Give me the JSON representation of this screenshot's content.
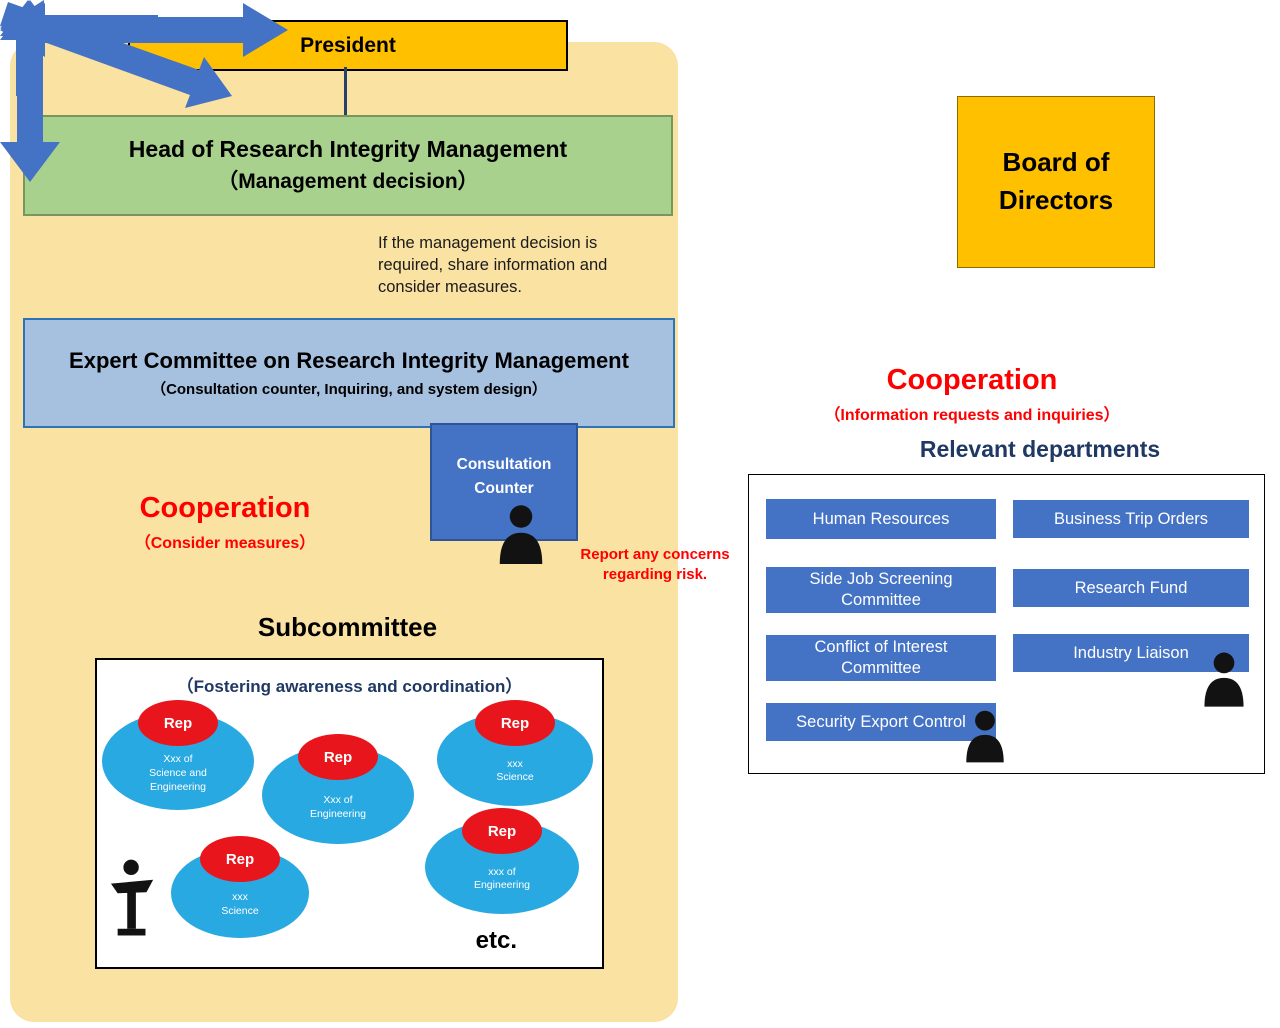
{
  "colors": {
    "background_panel": "#FAE2A2",
    "orange_box": "#FFC000",
    "green_box": "#A9D18E",
    "light_blue_box": "#A6C0DF",
    "medium_blue": "#4472C4",
    "arrow_blue": "#4472C4",
    "red_text": "#FF0000",
    "dark_blue_text": "#1F3864",
    "cyan_ellipse": "#29A9E1",
    "red_ellipse": "#E8151D"
  },
  "nodes": {
    "president": {
      "label": "President"
    },
    "head_of_rim": {
      "title": "Head of Research Integrity Management",
      "subtitle": "（Management decision）"
    },
    "board_of_directors": {
      "label": "Board of\nDirectors"
    },
    "expert_committee": {
      "title": "Expert Committee on Research Integrity Management",
      "subtitle": "（Consultation counter, Inquiring, and system design）"
    },
    "consultation_counter": {
      "label": "Consultation\nCounter"
    }
  },
  "annotations": {
    "management_note": "If the management decision is\nrequired, share information and\nconsider measures.",
    "cooperation_left_title": "Cooperation",
    "cooperation_left_subtitle": "（Consider measures）",
    "cooperation_right_title": "Cooperation",
    "cooperation_right_subtitle": "（Information  requests and inquiries）",
    "report_note": "Report any concerns\nregarding risk."
  },
  "subcommittee": {
    "heading": "Subcommittee",
    "box_title": "（Fostering awareness and coordination）",
    "etc_label": "etc.",
    "groups": [
      {
        "badge": "Rep",
        "label": "Xxx of\nScience and\nEngineering"
      },
      {
        "badge": "Rep",
        "label": "Xxx of\nEngineering"
      },
      {
        "badge": "Rep",
        "label": "xxx\nScience"
      },
      {
        "badge": "Rep",
        "label": "xxx\nScience"
      },
      {
        "badge": "Rep",
        "label": "xxx of\nEngineering"
      }
    ]
  },
  "relevant_departments": {
    "heading": "Relevant departments",
    "items": [
      {
        "label": "Human Resources"
      },
      {
        "label": "Business Trip Orders"
      },
      {
        "label": "Side Job Screening Committee"
      },
      {
        "label": "Research Fund"
      },
      {
        "label": "Conflict of Interest Committee"
      },
      {
        "label": "Industry Liaison"
      },
      {
        "label": "Security Export Control"
      }
    ]
  }
}
